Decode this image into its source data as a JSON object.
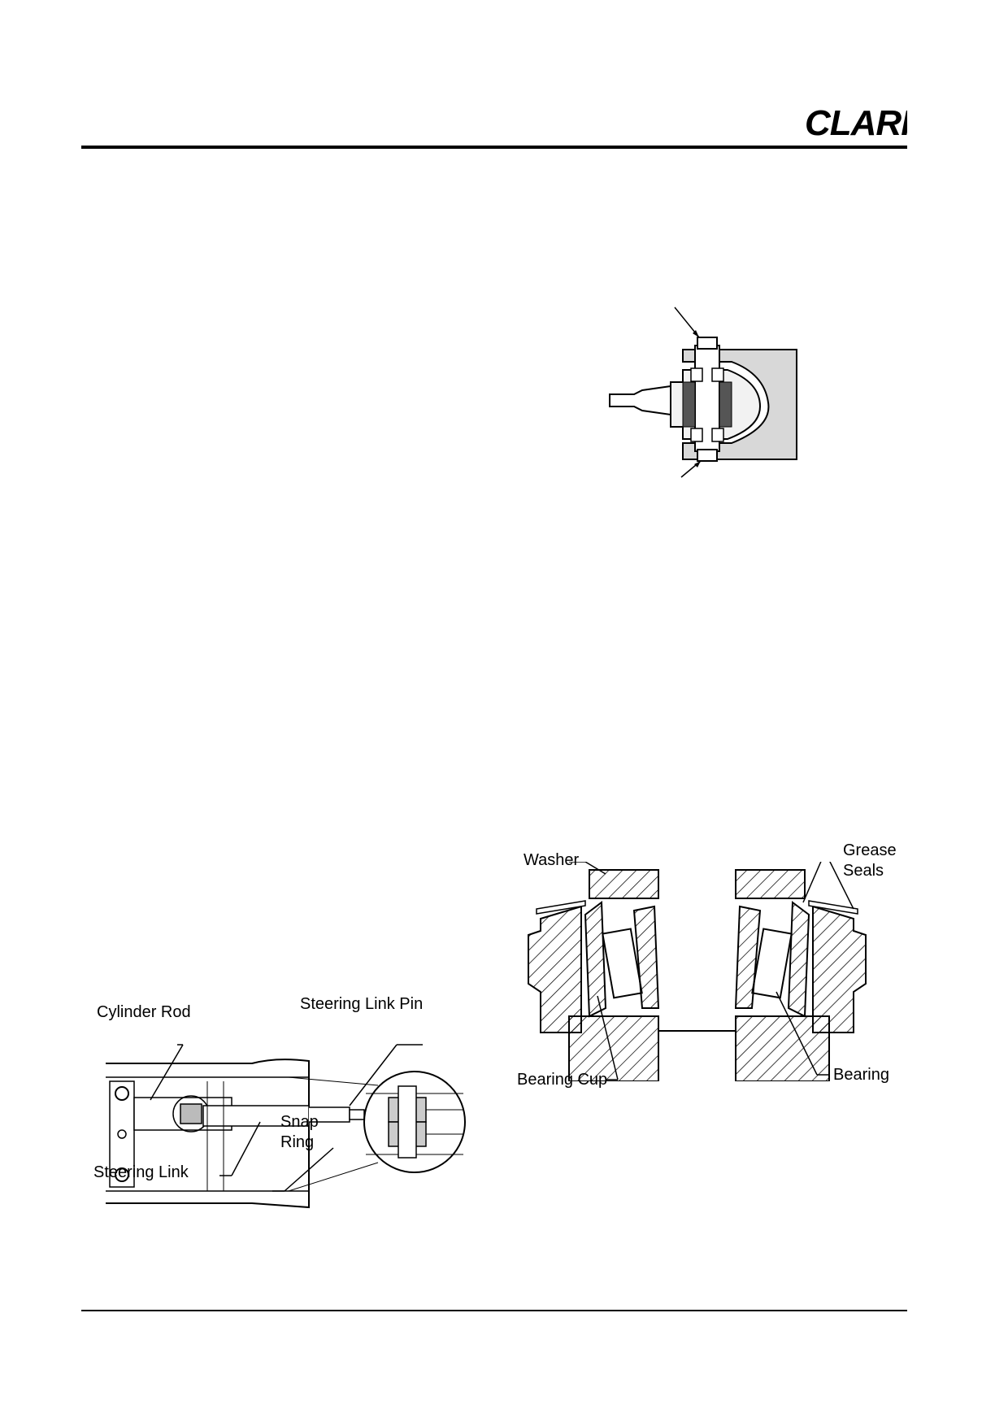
{
  "header": {
    "brand": "CLARK"
  },
  "figures": {
    "knuckle": {
      "labels": []
    },
    "steering_link": {
      "cylinder_rod": "Cylinder Rod",
      "steering_link_pin": "Steering Link Pin",
      "snap_ring_line1": "Snap",
      "snap_ring_line2": "Ring",
      "steering_link": "Steering Link"
    },
    "bearing": {
      "washer": "Washer",
      "grease_line1": "Grease",
      "grease_line2": "Seals",
      "bearing_cup": "Bearing Cup",
      "bearing": "Bearing"
    }
  }
}
